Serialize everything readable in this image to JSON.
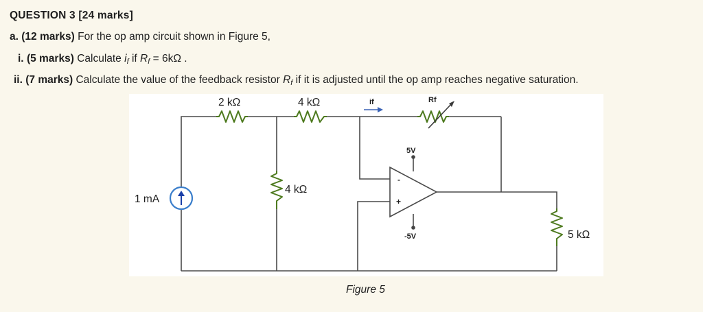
{
  "question": {
    "title": "QUESTION 3 [24 marks]",
    "part_a": {
      "label": "a.",
      "marks": "(12 marks)",
      "text": "For the op amp circuit shown in Figure 5,"
    },
    "part_i": {
      "label": "i.",
      "marks": "(5 marks)",
      "text_prefix": "Calculate",
      "var_i": "i",
      "var_i_sub": "f",
      "mid": "if",
      "var_r": "R",
      "var_r_sub": "f",
      "value": "= 6kΩ ."
    },
    "part_ii": {
      "label": "ii.",
      "marks": "(7 marks)",
      "text_prefix": "Calculate the value of the feedback resistor",
      "var_r": "R",
      "var_r_sub": "f",
      "text_suffix": "if it is adjusted until the op amp reaches negative saturation."
    }
  },
  "figure": {
    "caption": "Figure 5",
    "labels": {
      "r_2k": "2 kΩ",
      "r_4k_top": "4 kΩ",
      "current_if": "if",
      "rf": "Rf",
      "r_4k_vertical": "4 kΩ",
      "source": "1 mA",
      "vpos": "5V",
      "vneg": "-5V",
      "r_5k": "5 kΩ",
      "minus_input": "-",
      "plus_input": "+"
    },
    "colors": {
      "wire": "#4a4a4a",
      "resistor": "#4d7a1e",
      "source_ring": "#3a7ecb",
      "arrow": "#3a62b5"
    }
  }
}
